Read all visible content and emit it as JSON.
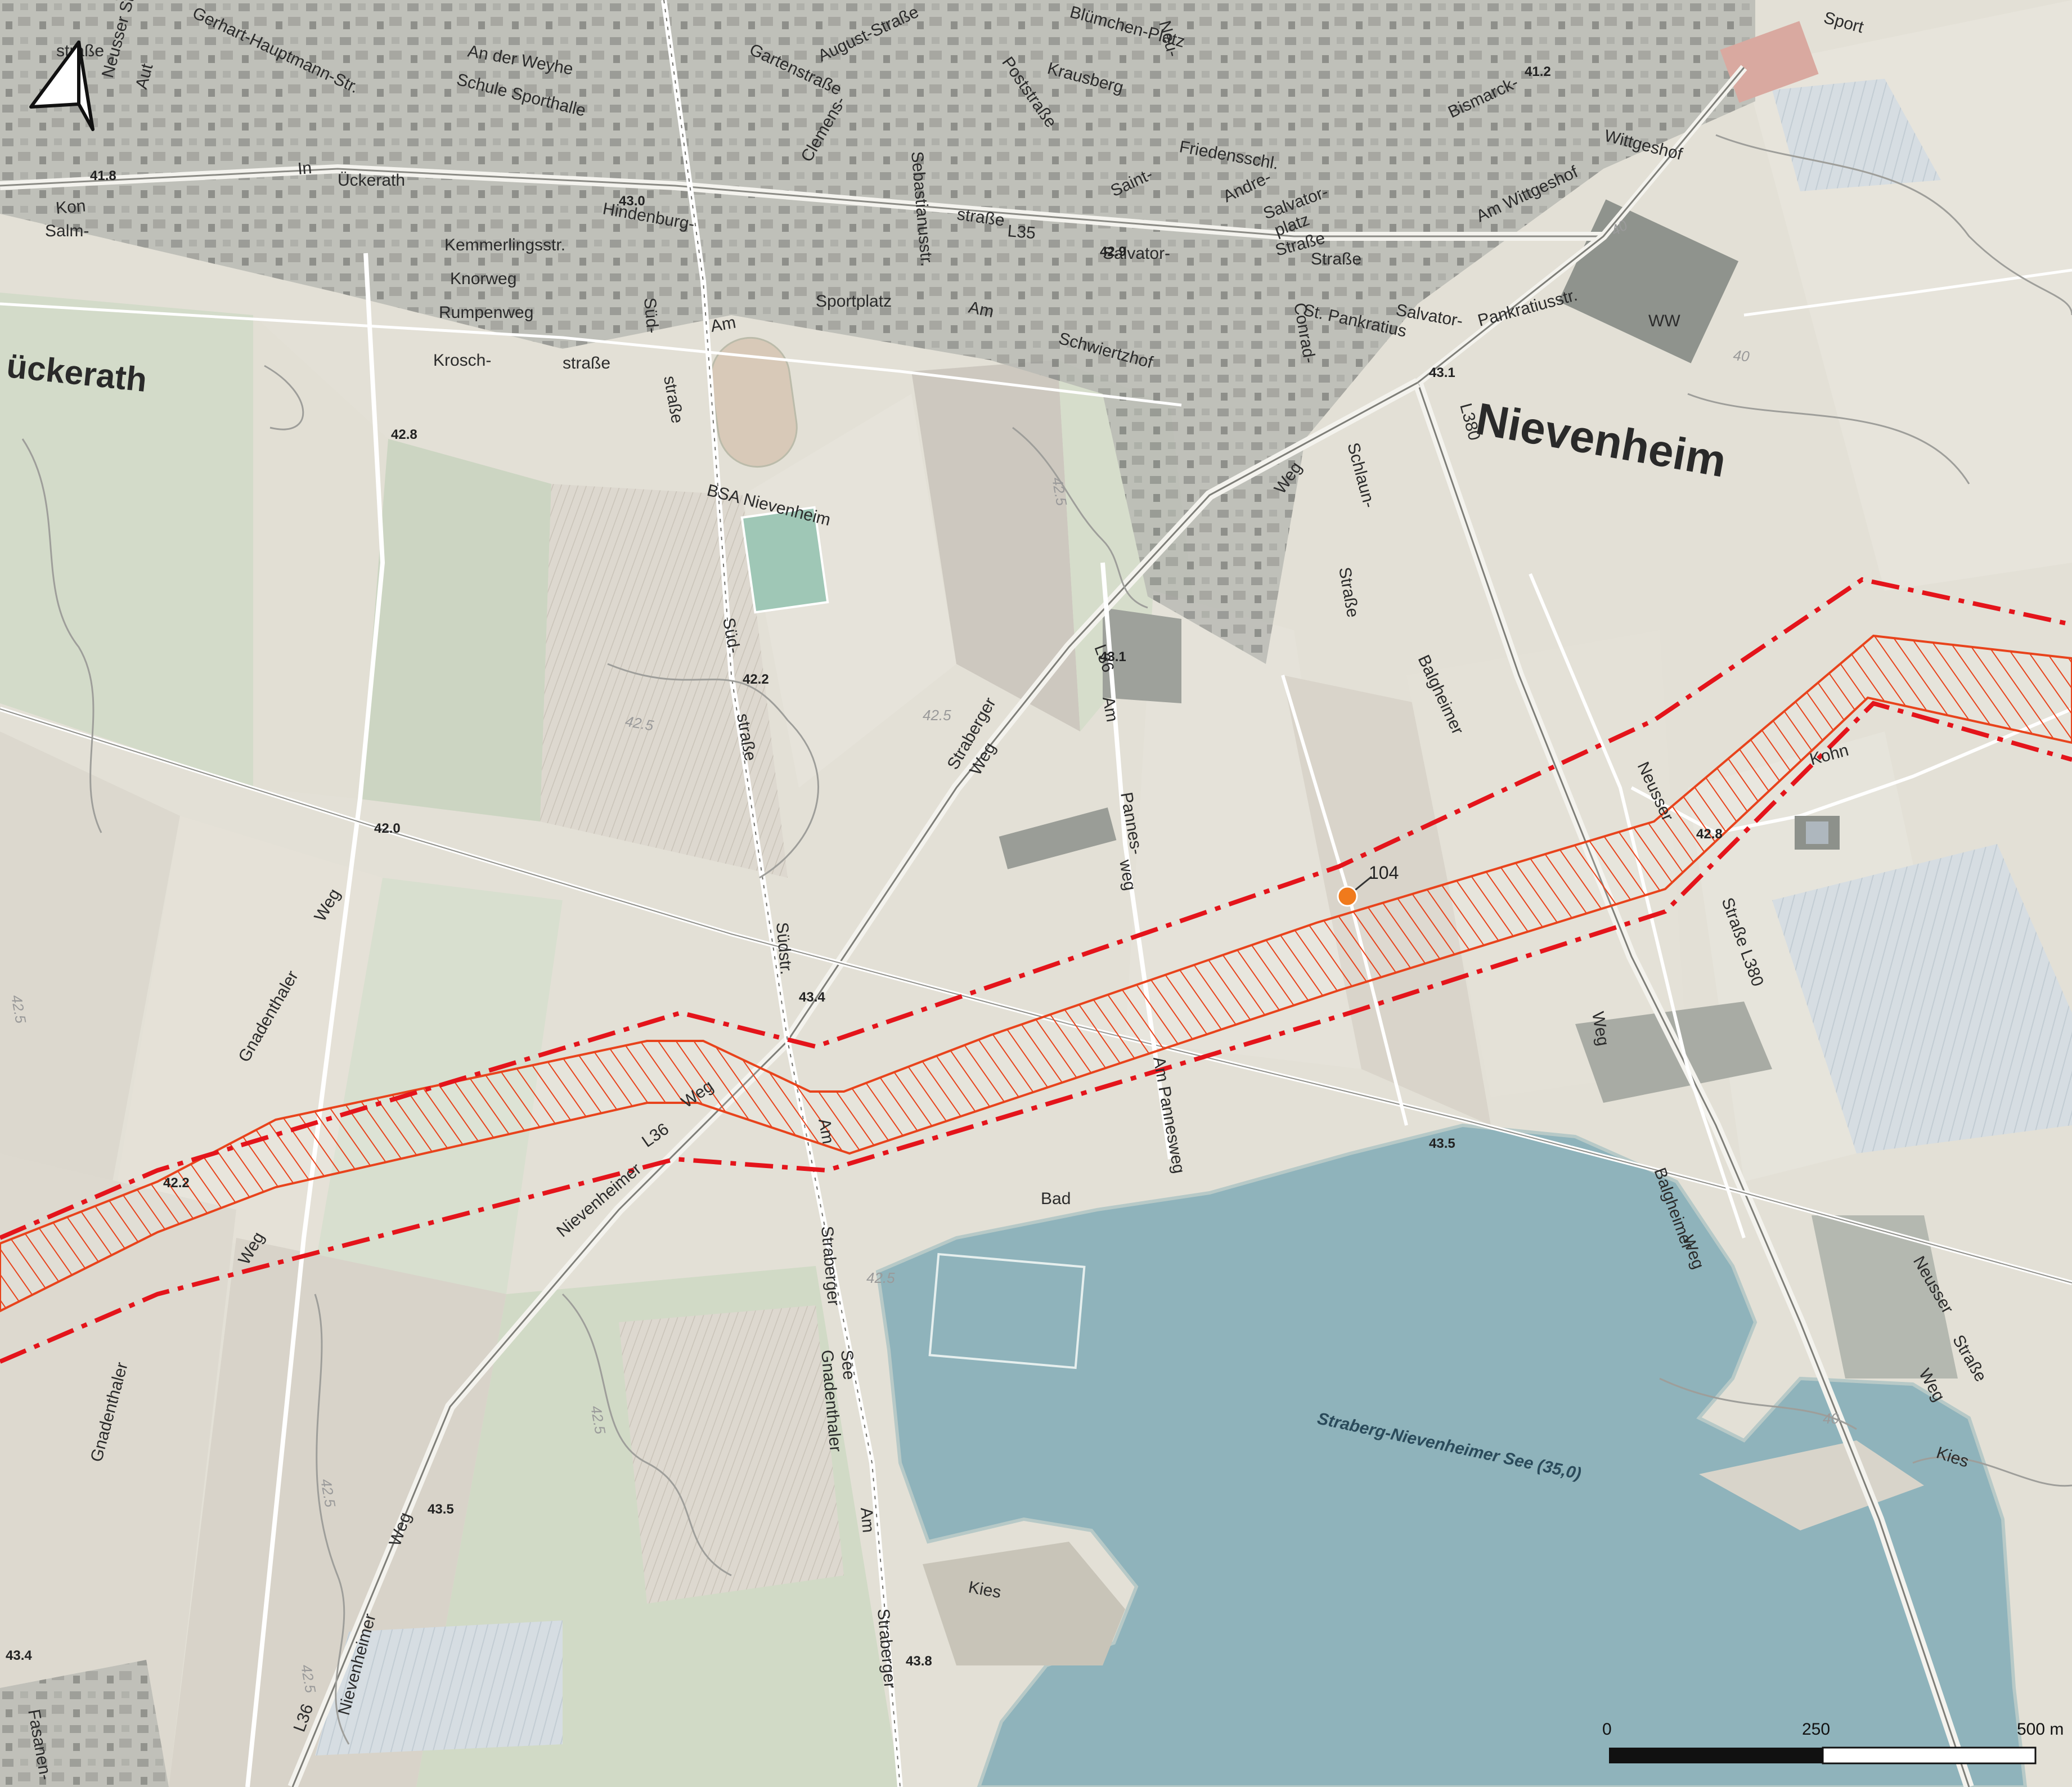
{
  "map": {
    "towns": [
      "Nievenheim",
      "ückerath"
    ],
    "lake_name": "Straberg-Nievenheimer See (35,0)",
    "features": [
      "BSA Nievenheim",
      "St. Pankratius",
      "WW",
      "Kies",
      "Kies",
      "Bad",
      "Sport",
      "Friedensschl.",
      "Schule Sporthalle",
      "Wittgeshof"
    ],
    "streets": [
      "Gerhart-Hauptmann-Str.",
      "An der Weyhe",
      "Gartenstraße",
      "August-Straße",
      "Clemens-",
      "Hindenburg-",
      "straße",
      "L35",
      "In",
      "Ückerath",
      "Kemmerlingsstr.",
      "Knorweg",
      "Rumpenweg",
      "Krosch-",
      "straße",
      "Am",
      "Sportplatz",
      "Am",
      "Schwiertzhof",
      "Sebastianusstr.",
      "Saint-",
      "Andre-",
      "Salvator-",
      "platz",
      "Straße",
      "Salvator-",
      "Straße",
      "Pankratiusstr.",
      "Am Wittgeshof",
      "Bismarck-",
      "Conrad-",
      "Schlaun-",
      "Straße",
      "Weg",
      "L380",
      "L36",
      "Straberger",
      "Weg",
      "Am",
      "Pannes-",
      "weg",
      "Am Pannesweg",
      "Balgheimer",
      "Neusser",
      "Straße L380",
      "Kohn",
      "Weg",
      "Balgheimer",
      "Weg",
      "Neusser",
      "Straße",
      "Süd-",
      "straße",
      "Süd-",
      "straße",
      "Südstr.",
      "Gnadenthaler",
      "Weg",
      "Gnadenthaler",
      "Weg",
      "Nievenheimer",
      "L36",
      "Weg",
      "Am",
      "Straberger",
      "See",
      "Am",
      "Straberger",
      "Nievenheimer",
      "Weg",
      "L36",
      "Fasanen-",
      "Gnadenthaler",
      "Weg",
      "Salvator-",
      "Neusser Straße",
      "Aut",
      "der",
      "Kon",
      "Salm-",
      "Blümchen-Platz",
      "Neu-",
      "Poststraße",
      "Krausberg",
      "straße"
    ],
    "elevations": [
      "41.8",
      "43.0",
      "42.9",
      "43.1",
      "42.8",
      "42.2",
      "43.1",
      "42.0",
      "43.4",
      "42.8",
      "42.2",
      "43.5",
      "43.5",
      "43.4",
      "43.8",
      "41.2"
    ],
    "contours": [
      "42.5",
      "42.5",
      "42.5",
      "42.5",
      "42.5",
      "40",
      "40",
      "40",
      "42.5",
      "42.5",
      "42.5"
    ],
    "marker": {
      "id": "104",
      "color": "#f07a1c"
    },
    "colors": {
      "corridor": "#e8431c",
      "boundary": "#e4141b",
      "water": "#8fb3bb",
      "field": "#e7e2d8"
    }
  },
  "north_arrow": {
    "icon": "north-arrow-icon"
  },
  "scale_bar": {
    "labels": [
      "0",
      "250",
      "500 m"
    ]
  }
}
